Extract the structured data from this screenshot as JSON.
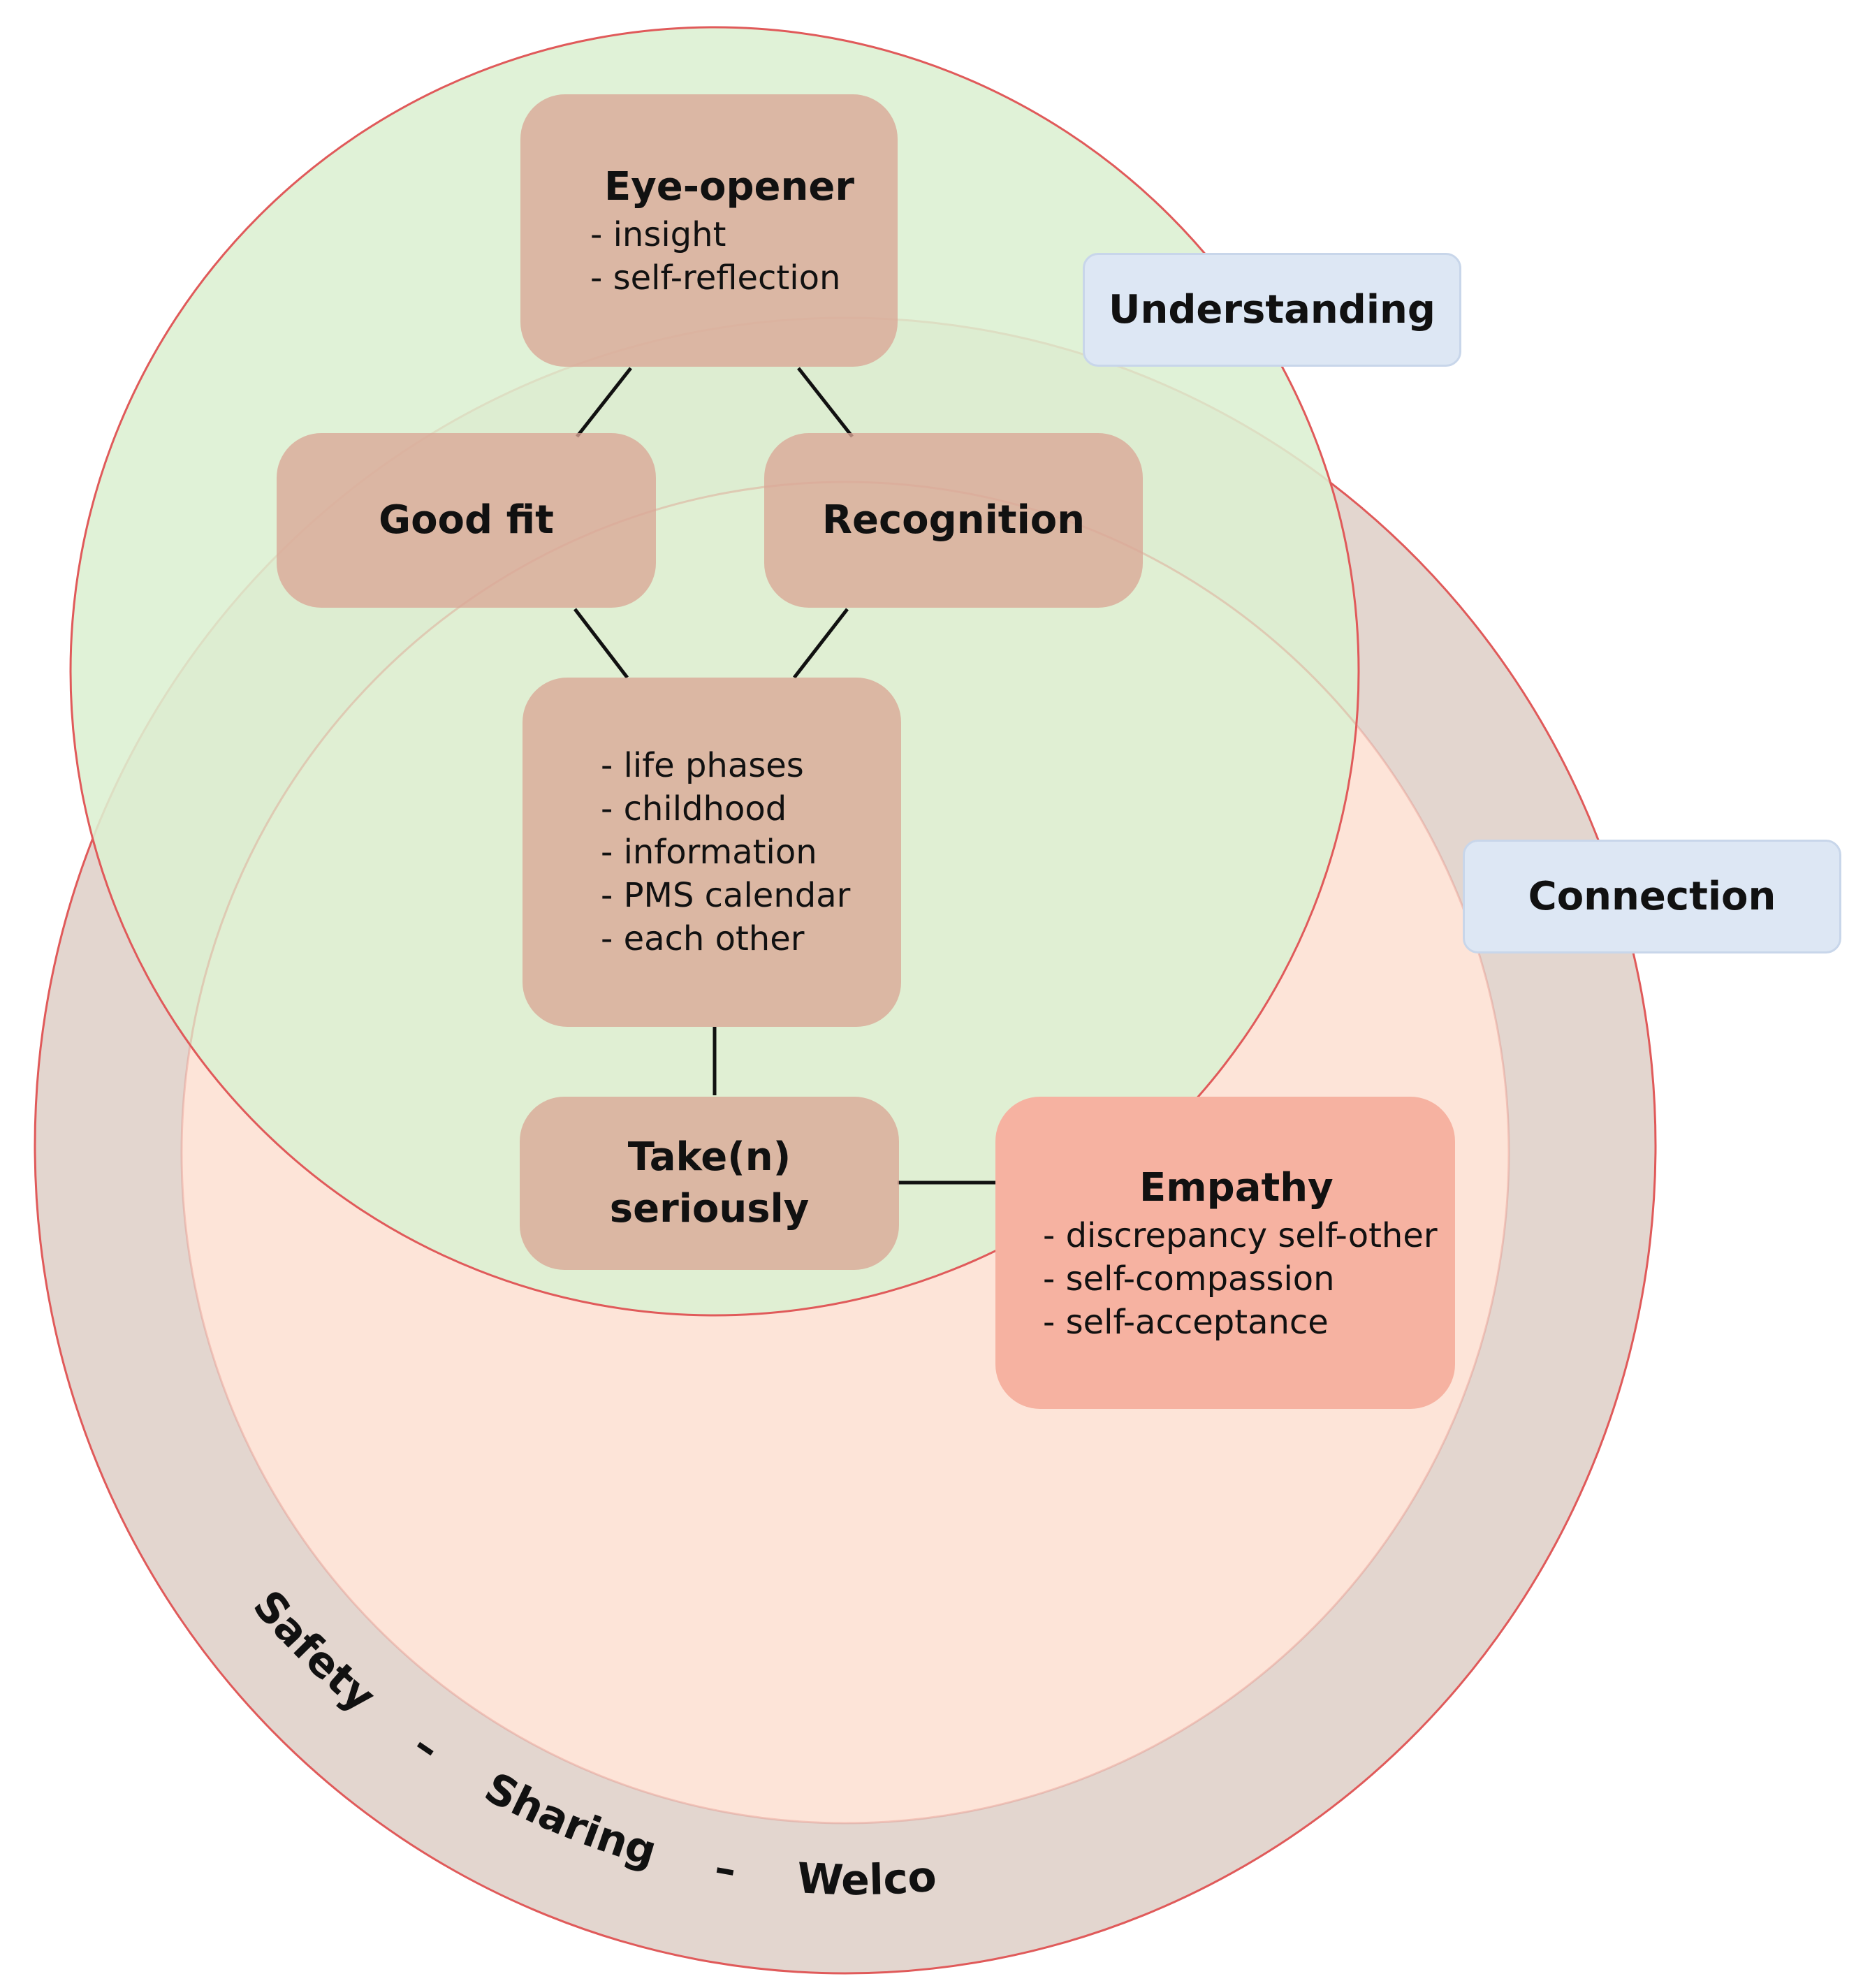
{
  "labels": {
    "understanding": "Understanding",
    "connection": "Connection"
  },
  "nodes": {
    "eye_opener": {
      "title": "Eye-opener",
      "items": [
        "- insight",
        "- self-reflection"
      ]
    },
    "good_fit": {
      "title": "Good fit"
    },
    "recognition": {
      "title": "Recognition"
    },
    "topics": {
      "items": [
        "- life phases",
        "- childhood",
        "- information",
        "- PMS calendar",
        "- each other"
      ]
    },
    "taken_seriously": {
      "title_line1": "Take(n)",
      "title_line2": "seriously"
    },
    "empathy": {
      "title": "Empathy",
      "items": [
        "- discrepancy self-other",
        "- self-compassion",
        "- self-acceptance"
      ]
    }
  },
  "ring": {
    "safety": "Safety",
    "dash1": "–",
    "sharing": "Sharing",
    "dash2": "–",
    "welcome": "Welcome"
  },
  "colors": {
    "outer_ring": "#e3d6cf",
    "connection_fill": "#fde4d8",
    "understanding_fill": "#e4f1da",
    "circle_stroke": "#e05a5a",
    "node_fill": "#dba696",
    "empathy_fill": "#f6b2a1",
    "label_fill": "#dde7f4"
  }
}
